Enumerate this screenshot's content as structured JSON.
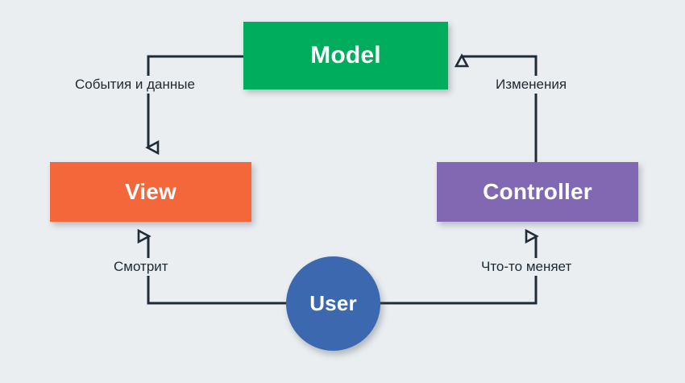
{
  "diagram": {
    "title": "MVC pattern diagram",
    "background_color": "#eaeef1",
    "line_color": "#1f2b36",
    "nodes": [
      {
        "id": "model",
        "label": "Model",
        "shape": "rectangle",
        "color": "#00ad5d"
      },
      {
        "id": "view",
        "label": "View",
        "shape": "rectangle",
        "color": "#f4673a"
      },
      {
        "id": "controller",
        "label": "Controller",
        "shape": "rectangle",
        "color": "#8268b2"
      },
      {
        "id": "user",
        "label": "User",
        "shape": "circle",
        "color": "#3c68b0"
      }
    ],
    "edges": [
      {
        "id": "model-to-view",
        "from": "model",
        "to": "view",
        "label": "События и данные",
        "arrowhead": "open-triangle"
      },
      {
        "id": "controller-to-model",
        "from": "controller",
        "to": "model",
        "label": "Изменения",
        "arrowhead": "open-triangle"
      },
      {
        "id": "user-to-view",
        "from": "user",
        "to": "view",
        "label": "Смотрит",
        "arrowhead": "open-triangle"
      },
      {
        "id": "user-to-controller",
        "from": "user",
        "to": "controller",
        "label": "Что-то меняет",
        "arrowhead": "open-triangle"
      }
    ]
  }
}
